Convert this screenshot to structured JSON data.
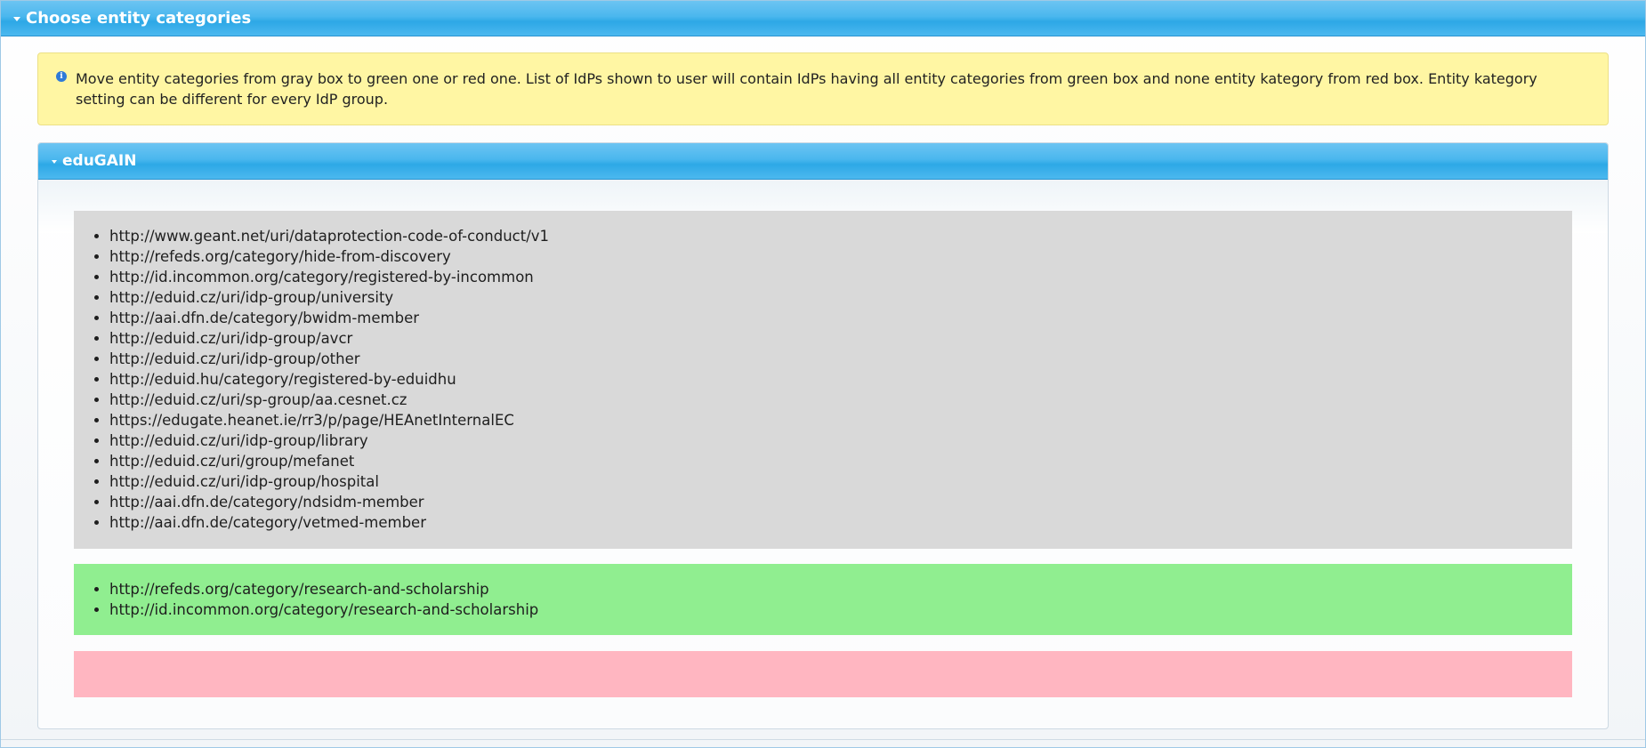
{
  "section": {
    "title": "Choose entity categories"
  },
  "info": {
    "text": "Move entity categories from gray box to green one or red one. List of IdPs shown to user will contain IdPs having all entity categories from green box and none entity kategory from red box. Entity kategory setting can be different for every IdP group.",
    "icon": "info-icon"
  },
  "group": {
    "title": "eduGAIN",
    "gray_box": [
      "http://www.geant.net/uri/dataprotection-code-of-conduct/v1",
      "http://refeds.org/category/hide-from-discovery",
      "http://id.incommon.org/category/registered-by-incommon",
      "http://eduid.cz/uri/idp-group/university",
      "http://aai.dfn.de/category/bwidm-member",
      "http://eduid.cz/uri/idp-group/avcr",
      "http://eduid.cz/uri/idp-group/other",
      "http://eduid.hu/category/registered-by-eduidhu",
      "http://eduid.cz/uri/sp-group/aa.cesnet.cz",
      "https://edugate.heanet.ie/rr3/p/page/HEAnetInternalEC",
      "http://eduid.cz/uri/idp-group/library",
      "http://eduid.cz/uri/group/mefanet",
      "http://eduid.cz/uri/idp-group/hospital",
      "http://aai.dfn.de/category/ndsidm-member",
      "http://aai.dfn.de/category/vetmed-member"
    ],
    "green_box": [
      "http://refeds.org/category/research-and-scholarship",
      "http://id.incommon.org/category/research-and-scholarship"
    ],
    "red_box": []
  },
  "colors": {
    "header_blue": "#4ab7ee",
    "info_yellow": "#fff6a3",
    "gray_box": "#d9d9d9",
    "green_box": "#90ee90",
    "red_box": "#ffb6c1"
  }
}
